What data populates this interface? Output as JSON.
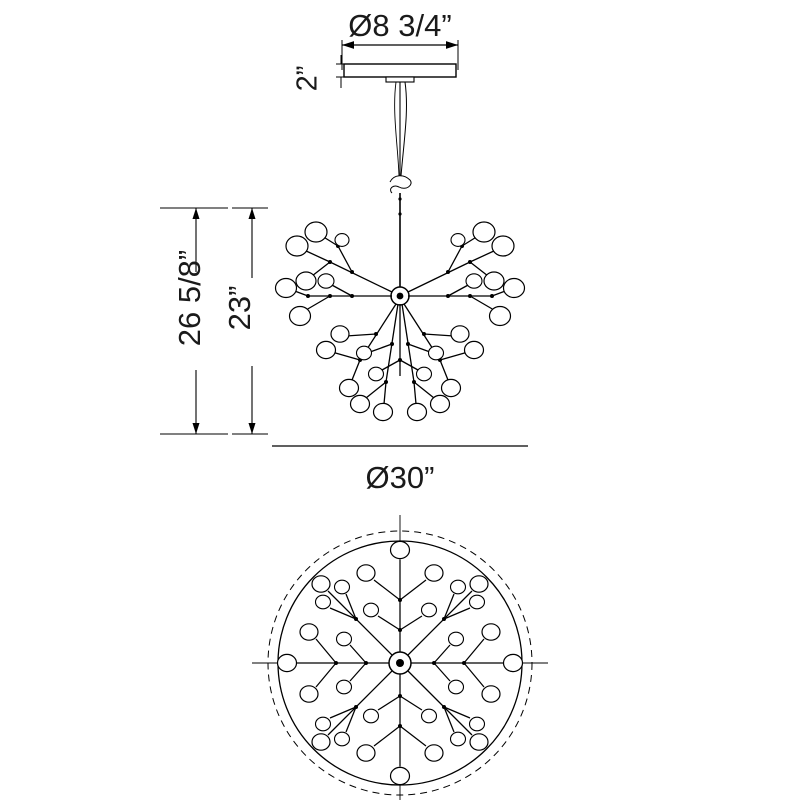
{
  "drawing": {
    "title": "pendant-chandelier-dimension-drawing",
    "views": [
      {
        "name": "elevation-view",
        "label": "elevation"
      },
      {
        "name": "plan-view",
        "label": "plan"
      }
    ],
    "line_color": "#000000",
    "dimension_color": "#1a1a1a",
    "background": "#ffffff"
  },
  "dimensions": {
    "canopy_diameter": "Ø8 3/4”",
    "canopy_height": "2”",
    "overall_height": "26 5/8”",
    "fixture_height": "23”",
    "overall_diameter": "Ø30”"
  }
}
